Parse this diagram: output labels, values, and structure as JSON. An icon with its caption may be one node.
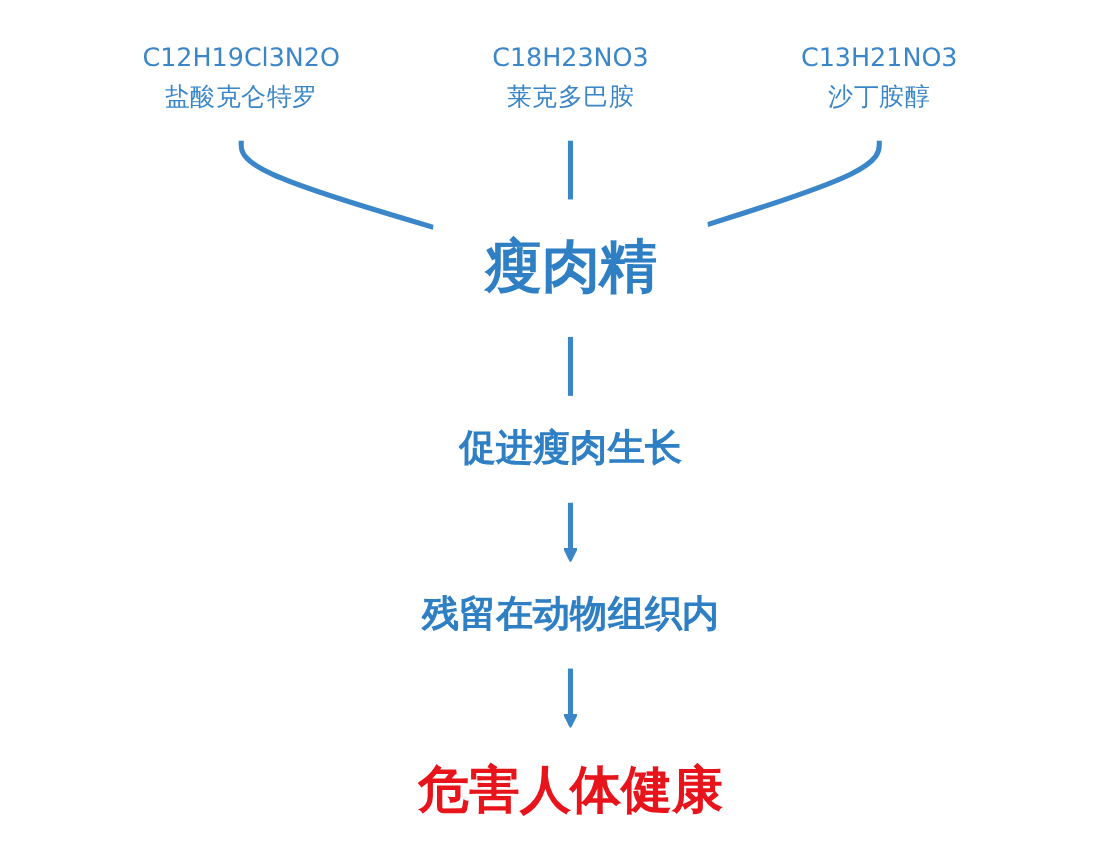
{
  "diagram": {
    "nodes": [
      {
        "text": [
          "C12H19Cl3N2O",
          "盐酸克仑特罗"
        ]
      },
      {
        "text": [
          "C18H23NO3",
          "莱克多巴胺"
        ]
      },
      {
        "text": [
          "C13H21NO3",
          "沙丁胺醇"
        ]
      },
      {
        "text": [
          "瘦肉精"
        ]
      },
      {
        "text": [
          "促进瘦肉生长"
        ]
      },
      {
        "text": [
          "残留在动物组织内"
        ]
      },
      {
        "text": [
          "危害人体健康"
        ]
      }
    ],
    "edges": [
      {
        "from": 0,
        "to": 3,
        "arrow": "none"
      },
      {
        "from": 1,
        "to": 3,
        "arrow": "none"
      },
      {
        "from": 2,
        "to": 3,
        "arrow": "none"
      },
      {
        "from": 3,
        "to": 4,
        "arrow": "none"
      },
      {
        "from": 4,
        "to": 5,
        "arrow": "to"
      },
      {
        "from": 5,
        "to": 6,
        "arrow": "to"
      }
    ]
  }
}
